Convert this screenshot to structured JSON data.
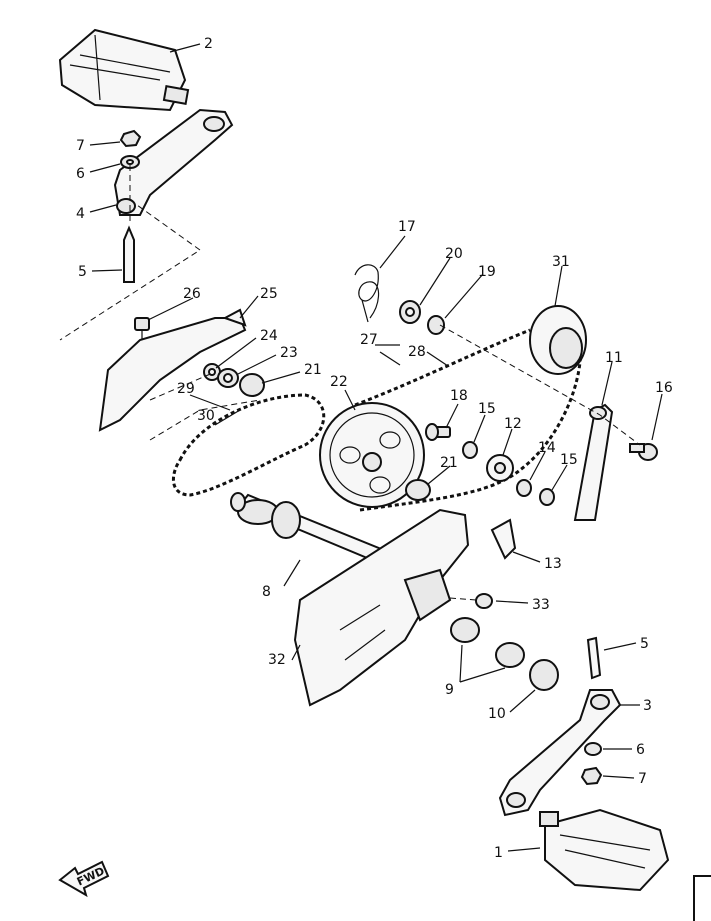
{
  "callouts": [
    {
      "id": "c2",
      "label": "2"
    },
    {
      "id": "c7a",
      "label": "7"
    },
    {
      "id": "c6a",
      "label": "6"
    },
    {
      "id": "c4",
      "label": "4"
    },
    {
      "id": "c5a",
      "label": "5"
    },
    {
      "id": "c26",
      "label": "26"
    },
    {
      "id": "c25",
      "label": "25"
    },
    {
      "id": "c24",
      "label": "24"
    },
    {
      "id": "c23",
      "label": "23"
    },
    {
      "id": "c21a",
      "label": "21"
    },
    {
      "id": "c29",
      "label": "29"
    },
    {
      "id": "c30",
      "label": "30"
    },
    {
      "id": "c17",
      "label": "17"
    },
    {
      "id": "c20",
      "label": "20"
    },
    {
      "id": "c19",
      "label": "19"
    },
    {
      "id": "c31",
      "label": "31"
    },
    {
      "id": "c27",
      "label": "27"
    },
    {
      "id": "c28",
      "label": "28"
    },
    {
      "id": "c22",
      "label": "22"
    },
    {
      "id": "c18",
      "label": "18"
    },
    {
      "id": "c15a",
      "label": "15"
    },
    {
      "id": "c12",
      "label": "12"
    },
    {
      "id": "c11",
      "label": "11"
    },
    {
      "id": "c16",
      "label": "16"
    },
    {
      "id": "c14",
      "label": "14"
    },
    {
      "id": "c15b",
      "label": "15"
    },
    {
      "id": "c21b",
      "label": "21"
    },
    {
      "id": "c13",
      "label": "13"
    },
    {
      "id": "c8",
      "label": "8"
    },
    {
      "id": "c33",
      "label": "33"
    },
    {
      "id": "c32",
      "label": "32"
    },
    {
      "id": "c9",
      "label": "9"
    },
    {
      "id": "c10",
      "label": "10"
    },
    {
      "id": "c5b",
      "label": "5"
    },
    {
      "id": "c3",
      "label": "3"
    },
    {
      "id": "c6b",
      "label": "6"
    },
    {
      "id": "c7b",
      "label": "7"
    },
    {
      "id": "c1",
      "label": "1"
    }
  ],
  "fwd_label": "FWD"
}
